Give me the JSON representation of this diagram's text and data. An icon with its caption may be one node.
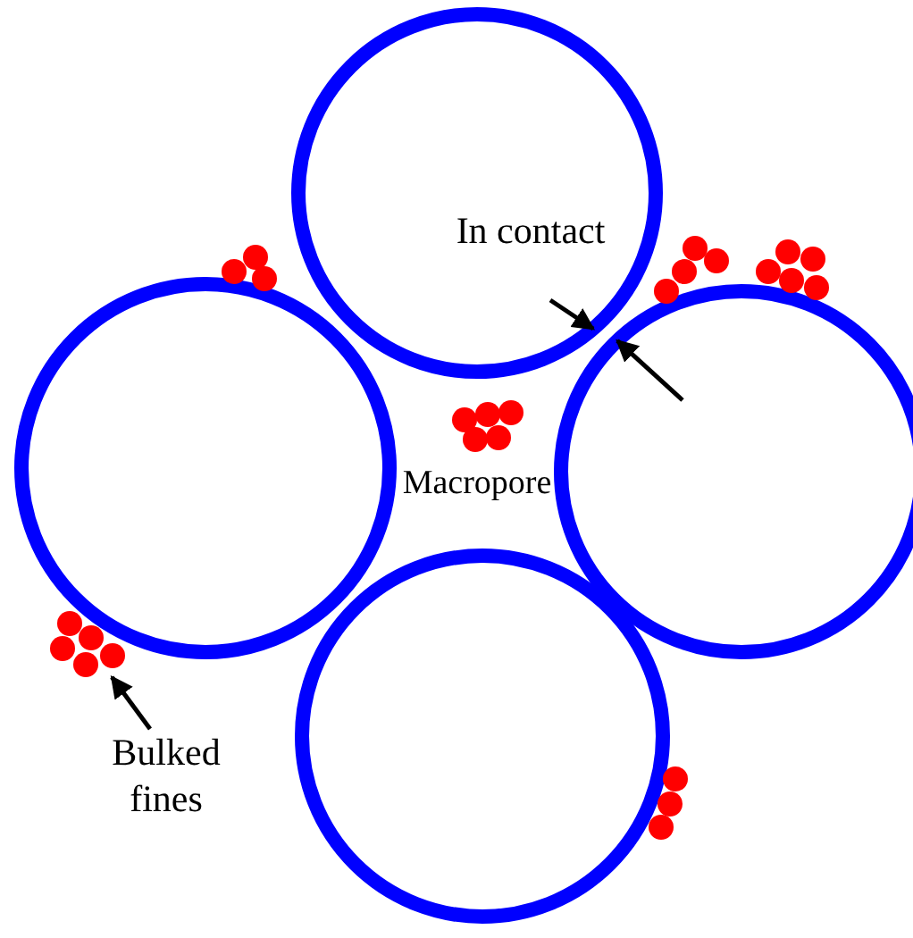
{
  "diagram": {
    "nodes": [
      {
        "text": [],
        "shape": "circle"
      },
      {
        "text": [],
        "shape": "circle"
      },
      {
        "text": [],
        "shape": "circle"
      },
      {
        "text": [],
        "shape": "circle"
      },
      {
        "text": [
          "Bulked fines"
        ]
      },
      {
        "text": [],
        "shape": "circle"
      },
      {
        "text": [],
        "shape": "circle"
      },
      {
        "text": [],
        "shape": "circle"
      },
      {
        "text": [],
        "shape": "circle"
      },
      {
        "text": [],
        "shape": "circle"
      },
      {
        "text": [],
        "shape": "circle"
      }
    ],
    "edges": [
      {
        "from": 4,
        "to": 5,
        "arrow": "to"
      },
      {
        "from": null,
        "to": 0,
        "arrow": "to"
      },
      {
        "from": null,
        "to": 2,
        "arrow": "to"
      }
    ],
    "labels": [
      "In contact",
      "Macropore"
    ]
  }
}
